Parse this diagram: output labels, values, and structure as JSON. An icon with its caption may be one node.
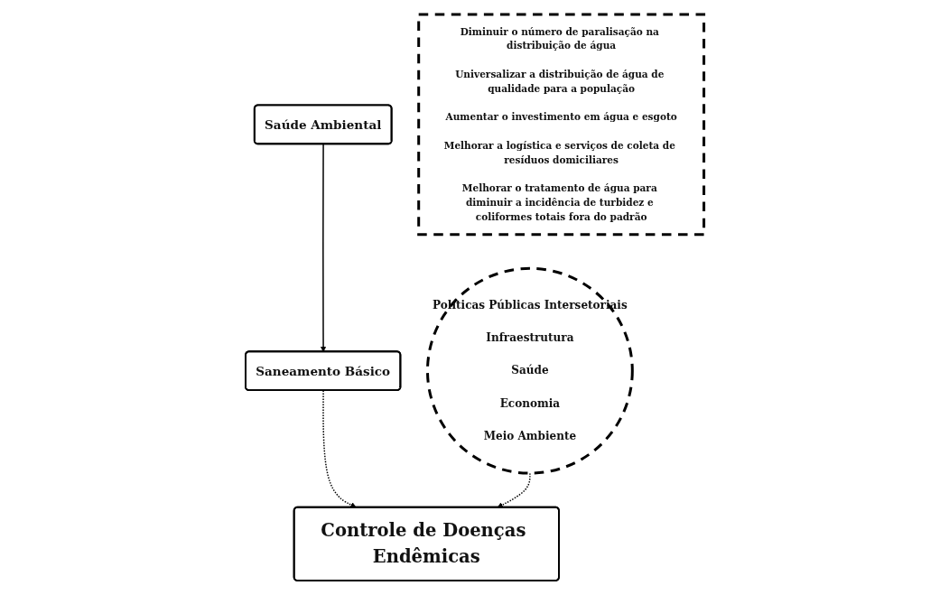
{
  "diagram": {
    "nodes": [
      {
        "text": [
          "Políticas Públicas Intersetoriais",
          "Infraestrutura",
          "Saúde",
          "Economia",
          "Meio Ambiente"
        ]
      },
      {
        "text": [
          "Saúde Ambiental"
        ]
      },
      {
        "text": [
          "Saneamento Básico"
        ]
      },
      {
        "text": [
          "Diminuir o número de paralisação na distribuição de água",
          "Universalizar a distribuição de água de qualidade para a população",
          "Aumentar o investimento em água e esgoto",
          "Melhorar a logística e serviços de coleta de resíduos domiciliares",
          "Melhorar o tratamento de água para diminuir a incidência de turbidez e coliformes totais fora do padrão"
        ]
      },
      {
        "text": [
          "Controle de Doenças Endêmicas"
        ]
      }
    ],
    "edges": [
      {
        "from": 1,
        "to": 2,
        "arrow": "to"
      },
      {
        "from": 2,
        "to": 4,
        "arrow": "to",
        "style": "dashed"
      },
      {
        "from": 0,
        "to": 4,
        "arrow": "to",
        "style": "dashed"
      }
    ]
  }
}
